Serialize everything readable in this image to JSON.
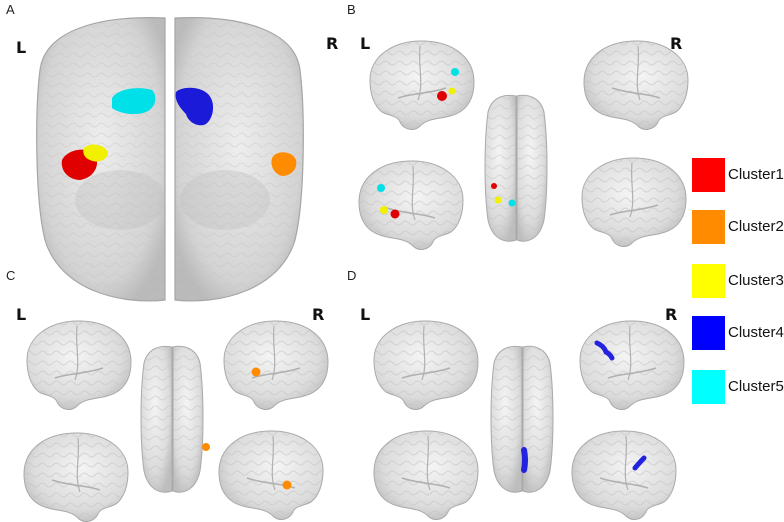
{
  "panels": {
    "a": {
      "letter": "A",
      "left": "L",
      "right": "R"
    },
    "b": {
      "letter": "B",
      "left": "L",
      "right": "R"
    },
    "c": {
      "letter": "C",
      "left": "L",
      "right": "R"
    },
    "d": {
      "letter": "D",
      "left": "L",
      "right": "R"
    }
  },
  "legend": [
    {
      "label": "Cluster1",
      "color": "#ff0000"
    },
    {
      "label": "Cluster2",
      "color": "#ff8c00"
    },
    {
      "label": "Cluster3",
      "color": "#ffff00"
    },
    {
      "label": "Cluster4",
      "color": "#0000ff"
    },
    {
      "label": "Cluster5",
      "color": "#00ffff"
    }
  ],
  "colors": {
    "brain_fill": "#e2e2e2",
    "brain_stroke": "#b5b5b5",
    "glass": "#d6d6d6"
  }
}
